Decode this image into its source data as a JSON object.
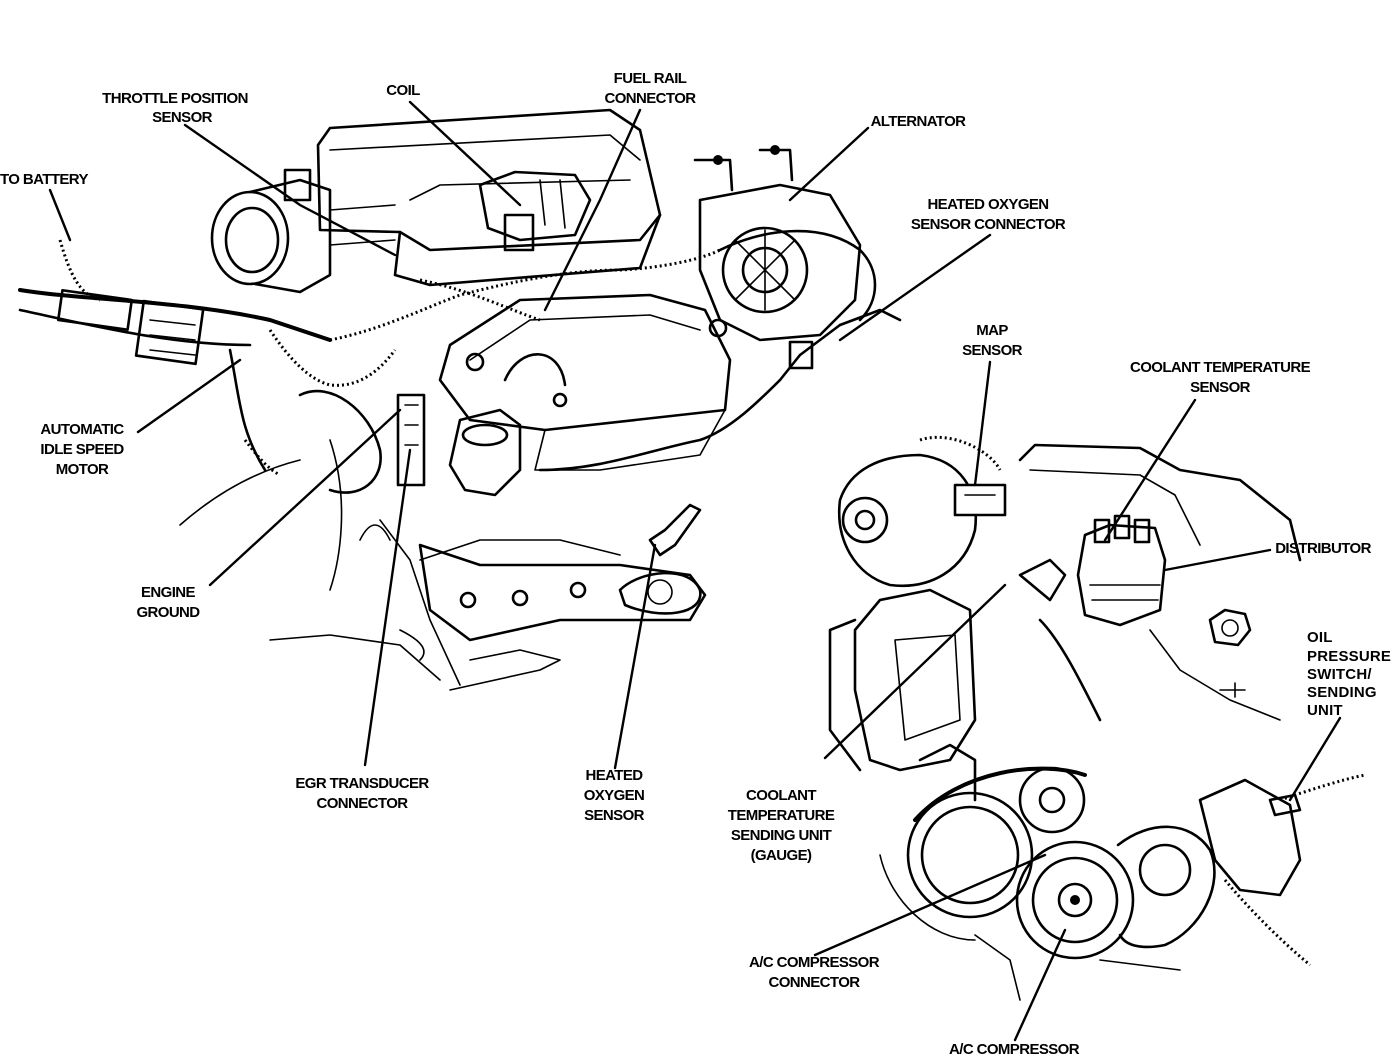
{
  "labels": {
    "throttle_position_sensor": [
      "THROTTLE POSITION",
      "SENSOR"
    ],
    "coil": [
      "COIL"
    ],
    "fuel_rail_connector": [
      "FUEL RAIL",
      "CONNECTOR"
    ],
    "alternator": [
      "ALTERNATOR"
    ],
    "to_battery": [
      "TO BATTERY"
    ],
    "heated_oxygen_sensor_connector": [
      "HEATED OXYGEN",
      "SENSOR CONNECTOR"
    ],
    "automatic_idle_speed_motor": [
      "AUTOMATIC",
      "IDLE SPEED",
      "MOTOR"
    ],
    "map_sensor": [
      "MAP",
      "SENSOR"
    ],
    "coolant_temperature_sensor": [
      "COOLANT TEMPERATURE",
      "SENSOR"
    ],
    "distributor": [
      "DISTRIBUTOR"
    ],
    "engine_ground": [
      "ENGINE",
      "GROUND"
    ],
    "oil_pressure_switch": [
      "OIL",
      "PRESSURE",
      "SWITCH/",
      "SENDING",
      "UNIT"
    ],
    "egr_transducer_connector": [
      "EGR TRANSDUCER",
      "CONNECTOR"
    ],
    "heated_oxygen_sensor": [
      "HEATED",
      "OXYGEN",
      "SENSOR"
    ],
    "coolant_temperature_sending_unit": [
      "COOLANT",
      "TEMPERATURE",
      "SENDING UNIT",
      "(GAUGE)"
    ],
    "ac_compressor_connector": [
      "A/C COMPRESSOR",
      "CONNECTOR"
    ],
    "ac_compressor": [
      "A/C COMPRESSOR"
    ]
  }
}
